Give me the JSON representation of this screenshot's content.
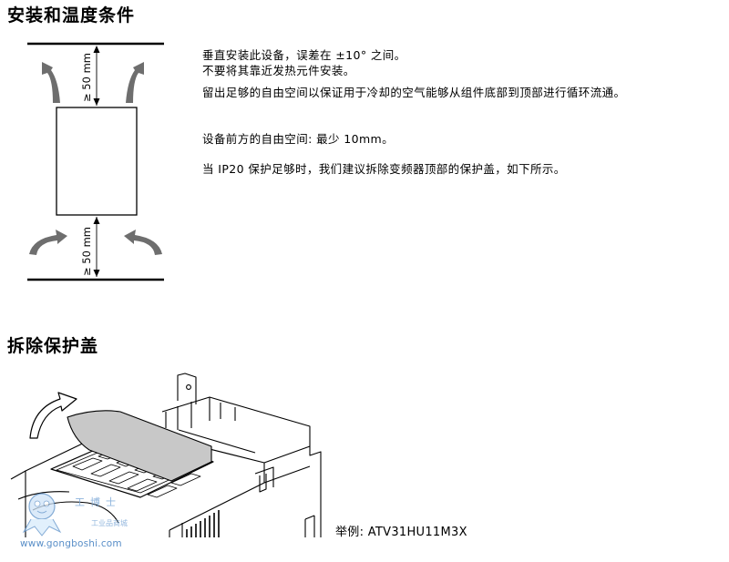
{
  "sections": {
    "install": {
      "title": "安装和温度条件",
      "paragraphs": [
        "垂直安装此设备，误差在 ±10° 之间。",
        "不要将其靠近发热元件安装。",
        "留出足够的自由空间以保证用于冷却的空气能够从组件底部到顶部进行循环流通。",
        "设备前方的自由空间: 最少 10mm。",
        "当 IP20 保护足够时，我们建议拆除变频器顶部的保护盖，如下所示。"
      ],
      "diagram": {
        "top_clearance": "≥ 50 mm",
        "bottom_clearance": "≥ 50 mm"
      }
    },
    "remove_cover": {
      "title": "拆除保护盖",
      "example_caption": "举例: ATV31HU11M3X"
    }
  },
  "watermark": {
    "brand": "工博士",
    "tagline": "工业品商城",
    "url": "www.gongboshi.com"
  },
  "colors": {
    "arrow_fill": "#6e6e6e",
    "cover_fill": "#c8c8c8",
    "watermark": "#5a8fc8"
  }
}
